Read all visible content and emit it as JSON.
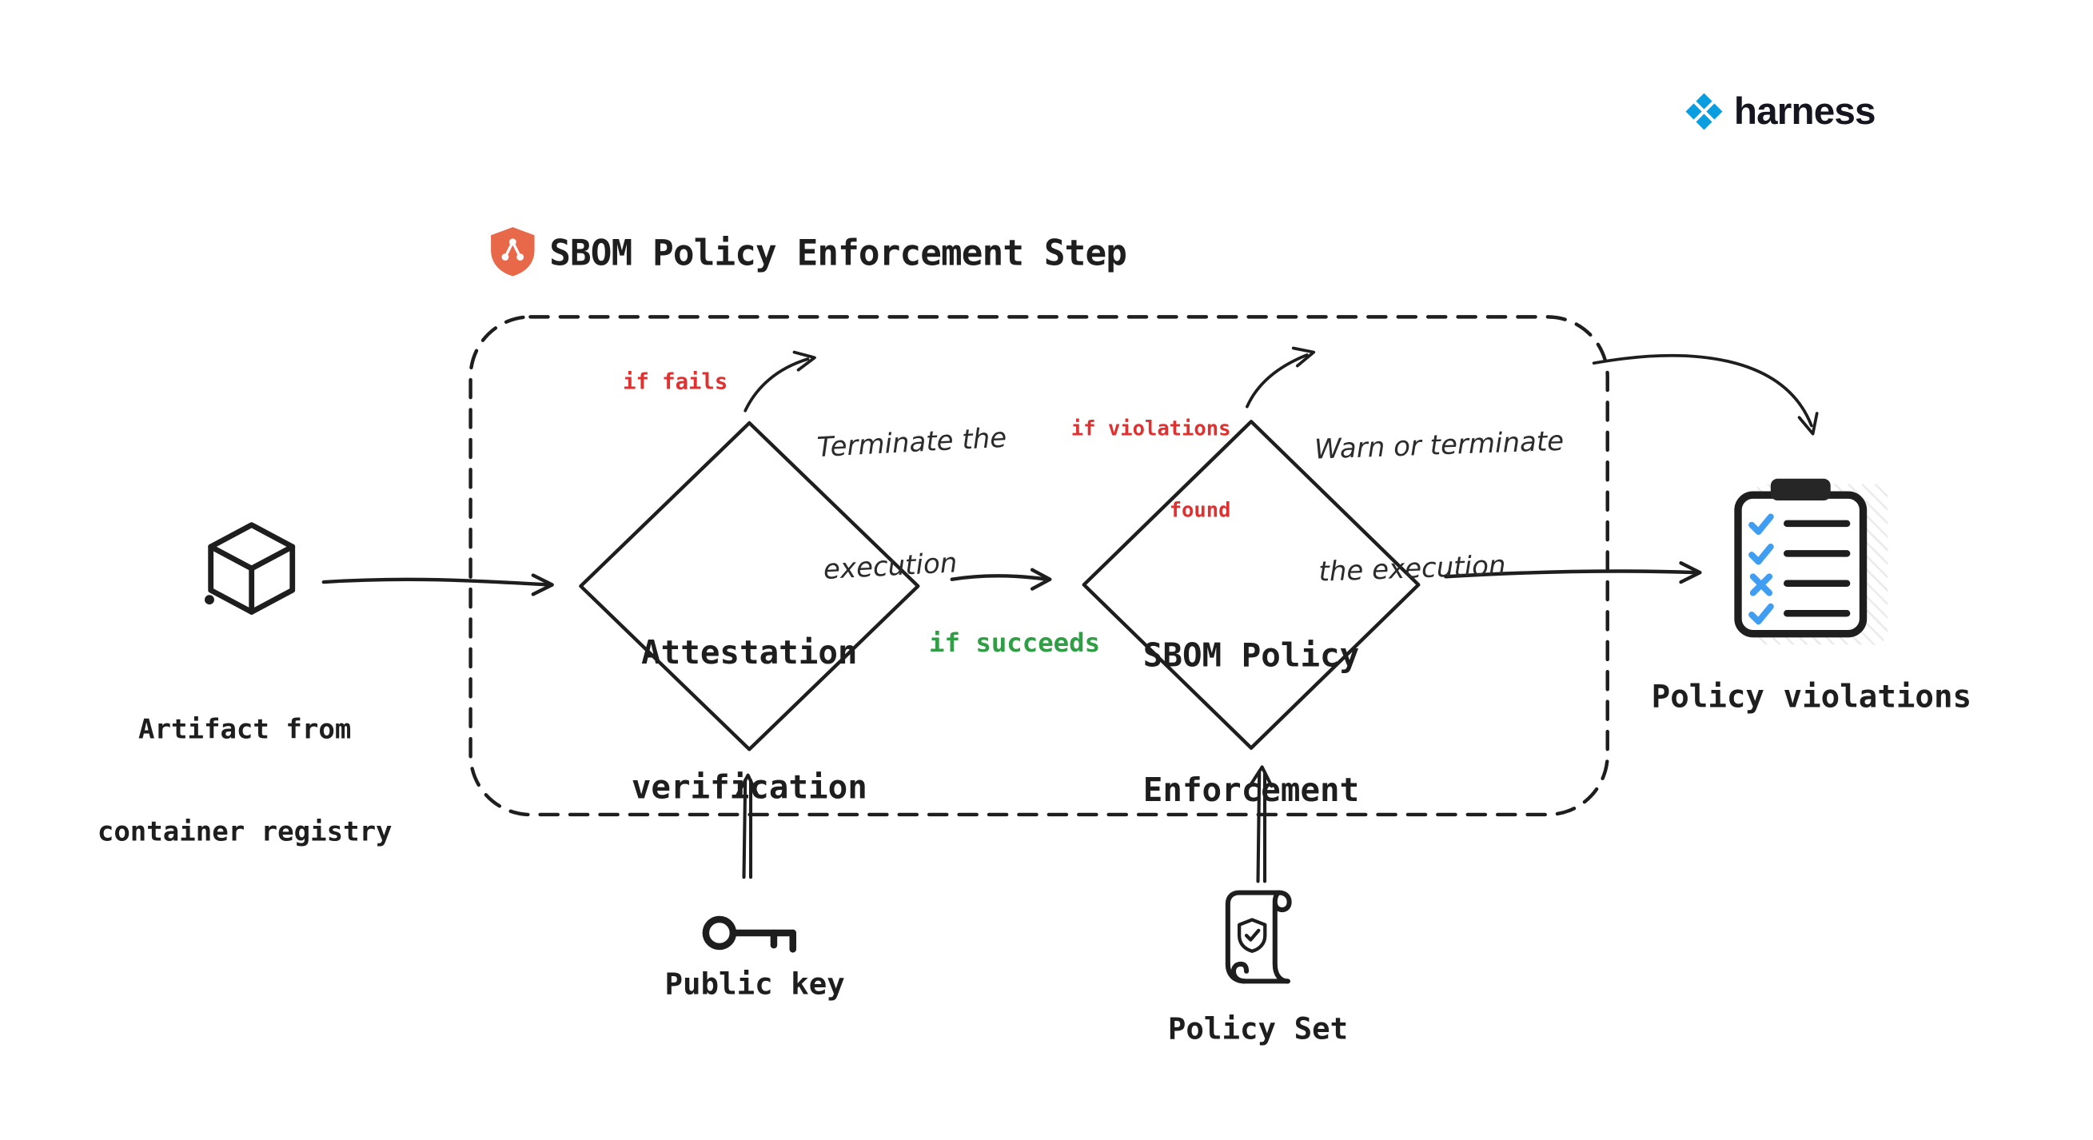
{
  "brand": {
    "name": "harness"
  },
  "title": {
    "text": "SBOM Policy Enforcement Step"
  },
  "nodes": {
    "artifact": {
      "lines": [
        "Artifact from",
        "container registry"
      ]
    },
    "attestation": {
      "lines": [
        "Attestation",
        "verification"
      ]
    },
    "sbom": {
      "lines": [
        "SBOM Policy",
        "Enforcement"
      ]
    },
    "public_key": {
      "label": "Public key"
    },
    "policy_set": {
      "label": "Policy Set"
    },
    "violations": {
      "label": "Policy violations"
    }
  },
  "annotations": {
    "if_fails": "if fails",
    "terminate": {
      "lines": [
        "Terminate the",
        "execution"
      ]
    },
    "if_violations": {
      "lines": [
        "if violations",
        "found"
      ]
    },
    "warn": {
      "lines": [
        "Warn or terminate",
        "the execution"
      ]
    },
    "if_succeeds": "if succeeds"
  },
  "colors": {
    "stroke": "#1e1e1e",
    "fail_red": "#e03131",
    "success_green": "#2f9e44",
    "check_blue": "#3f9df2",
    "shield_coral": "#e8684a",
    "brand_blue": "#0a9de0"
  }
}
